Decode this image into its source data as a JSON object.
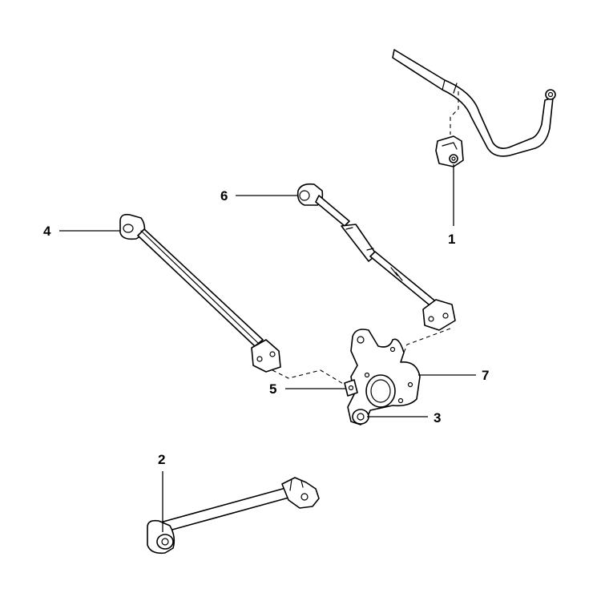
{
  "callouts": [
    {
      "id": "1",
      "text": "1"
    },
    {
      "id": "2",
      "text": "2"
    },
    {
      "id": "3",
      "text": "3"
    },
    {
      "id": "4",
      "text": "4"
    },
    {
      "id": "5",
      "text": "5"
    },
    {
      "id": "6",
      "text": "6"
    },
    {
      "id": "7",
      "text": "7"
    }
  ],
  "colors": {
    "line": "#000000",
    "background": "#ffffff"
  }
}
